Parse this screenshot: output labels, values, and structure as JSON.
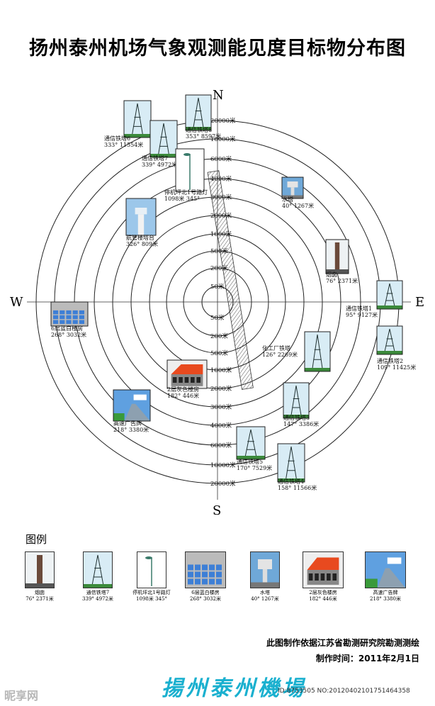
{
  "title": "扬州泰州机场气象观测能见度目标物分布图",
  "compass": {
    "n": "N",
    "s": "S",
    "e": "E",
    "w": "W"
  },
  "rings": {
    "north": [
      "50米",
      "200米",
      "500米",
      "1000米",
      "2000米",
      "3000米",
      "4000米",
      "6000米",
      "10000米",
      "20000米"
    ],
    "south": [
      "50米",
      "200米",
      "500米",
      "1000米",
      "2000米",
      "3000米",
      "4000米",
      "6000米",
      "10000米",
      "20000米"
    ]
  },
  "targets": [
    {
      "name": "通信铁塔6",
      "info": "333° 11554米",
      "icon": "tower-icon"
    },
    {
      "name": "通信铁塔8",
      "info": "353° 8597米",
      "icon": "tower-icon"
    },
    {
      "name": "通信铁塔7",
      "info": "339° 4972米",
      "icon": "tower-icon"
    },
    {
      "name": "停机坪北1号路灯",
      "info": "1098米 345°",
      "icon": "lamp-icon"
    },
    {
      "name": "水塔",
      "info": "40° 1267米",
      "icon": "water-tower-icon"
    },
    {
      "name": "航管楼塔台",
      "info": "326° 809米",
      "icon": "control-tower-icon"
    },
    {
      "name": "烟囱",
      "info": "76° 2371米",
      "icon": "chimney-icon"
    },
    {
      "name": "通信铁塔1",
      "info": "95° 9127米",
      "icon": "tower-icon"
    },
    {
      "name": "通信铁塔2",
      "info": "109° 11425米",
      "icon": "tower-icon"
    },
    {
      "name": "6层蓝白楼房",
      "info": "268° 3032米",
      "icon": "blue-building-icon"
    },
    {
      "name": "化工厂铁塔",
      "info": "126° 2269米",
      "icon": "tower-icon"
    },
    {
      "name": "2层灰色楼房",
      "info": "182° 446米",
      "icon": "grey-house-icon"
    },
    {
      "name": "高速广告牌",
      "info": "218° 3380米",
      "icon": "billboard-icon"
    },
    {
      "name": "通信铁塔3",
      "info": "147° 3386米",
      "icon": "tower-icon"
    },
    {
      "name": "通信铁塔5",
      "info": "170° 7529米",
      "icon": "tower-icon"
    },
    {
      "name": "通信铁塔4",
      "info": "158° 11566米",
      "icon": "tower-icon"
    }
  ],
  "legend": {
    "title": "图例",
    "items": [
      {
        "name": "烟囱",
        "info": "76°  2371米",
        "icon": "chimney-icon"
      },
      {
        "name": "通信铁塔7",
        "info": "339° 4972米",
        "icon": "tower-icon"
      },
      {
        "name": "停机坪北1号路灯",
        "info": "1098米 345°",
        "icon": "lamp-icon"
      },
      {
        "name": "6层蓝白楼房",
        "info": "268° 3032米",
        "icon": "blue-building-icon"
      },
      {
        "name": "水塔",
        "info": "40°  1267米",
        "icon": "water-tower-icon"
      },
      {
        "name": "2层灰色楼房",
        "info": "182° 446米",
        "icon": "grey-house-icon"
      },
      {
        "name": "高速广告牌",
        "info": "218°  3380米",
        "icon": "billboard-icon"
      }
    ]
  },
  "notes": {
    "source": "此图制作依据江苏省勘测研究院勘测测绘",
    "date": "制作时间：2011年2月1日"
  },
  "brand": "揚州泰州機場",
  "watermark_left": "昵享网",
  "watermark_right": "ID:8753505 NO:20120402101751464358"
}
